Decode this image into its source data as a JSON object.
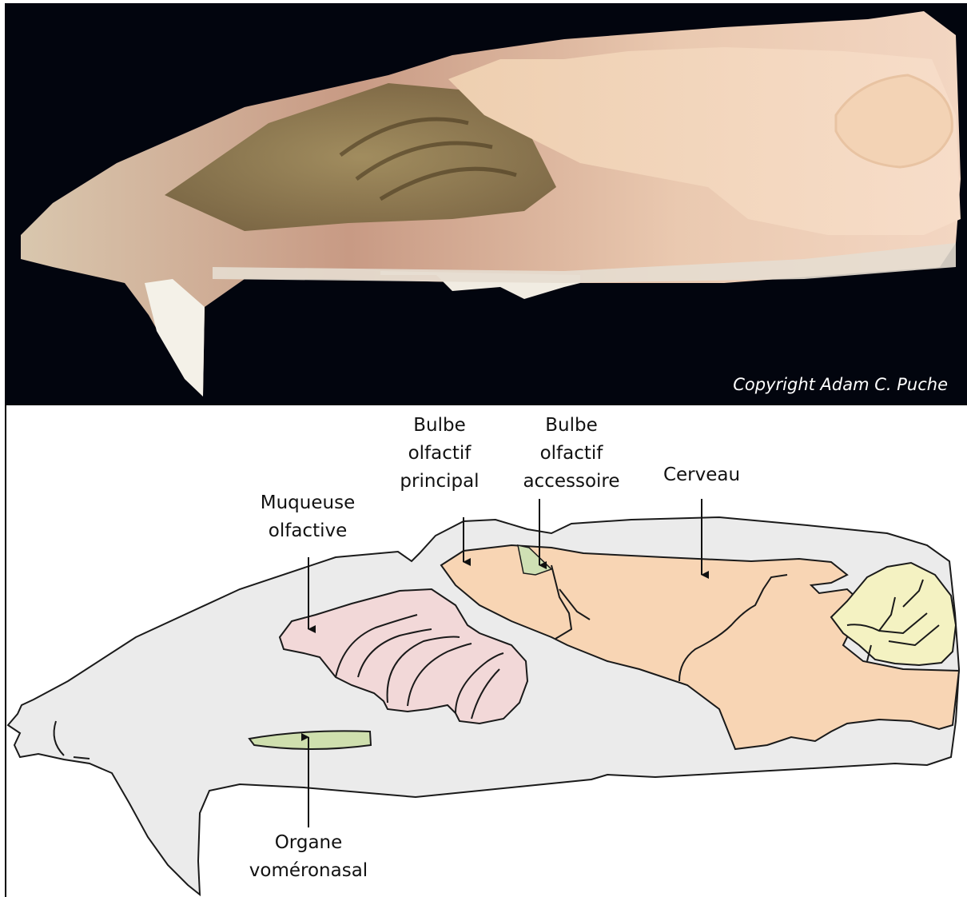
{
  "photo": {
    "copyright": "Copyright Adam C. Puche"
  },
  "labels": {
    "main_bulb": [
      "Bulbe",
      "olfactif",
      "principal"
    ],
    "accessory_bulb": [
      "Bulbe",
      "olfactif",
      "accessoire"
    ],
    "brain": [
      "Cerveau"
    ],
    "mucosa": [
      "Muqueuse",
      "olfactive"
    ],
    "vomeronasal": [
      "Organe",
      "voméronasal"
    ]
  },
  "colors": {
    "photo_background": "#02050e",
    "head_fill": "#ebebeb",
    "brain_fill": "#f8d5b4",
    "mucosa_fill": "#f2d8d8",
    "cerebellum_fill": "#f4f2c2",
    "vomeronasal_fill": "#cfdfae",
    "accessory_bulb_fill": "#cfe0b4"
  }
}
